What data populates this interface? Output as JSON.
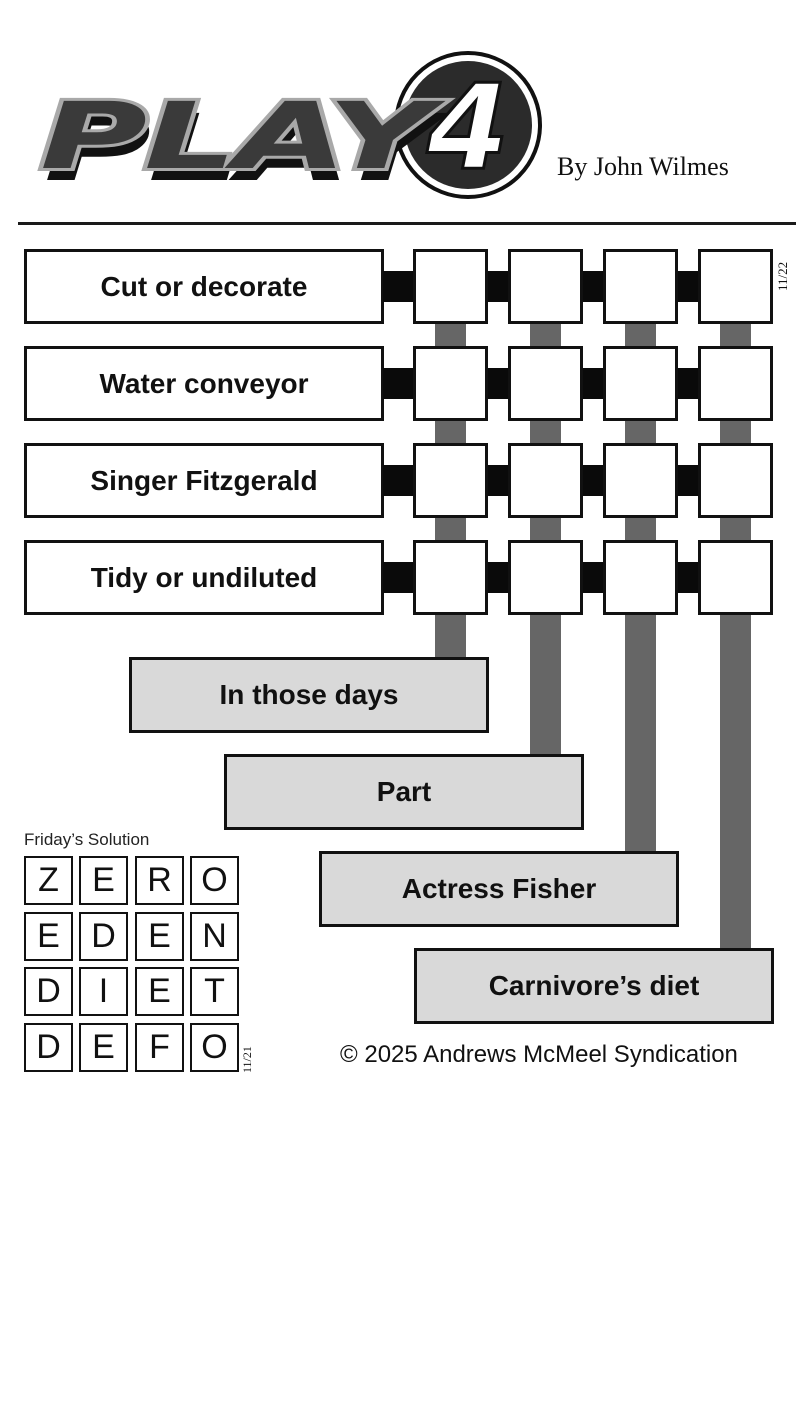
{
  "header": {
    "logo_text": "PLAY",
    "logo_number": "4",
    "byline": "By John Wilmes"
  },
  "puzzle": {
    "date": "11/22",
    "across_clues": [
      {
        "label": "Cut or decorate"
      },
      {
        "label": "Water conveyor"
      },
      {
        "label": "Singer Fitzgerald"
      },
      {
        "label": "Tidy or undiluted"
      }
    ],
    "down_clues": [
      {
        "label": "In those days"
      },
      {
        "label": "Part"
      },
      {
        "label": "Actress Fisher"
      },
      {
        "label": "Carnivore’s diet"
      }
    ],
    "grid": [
      [
        "",
        "",
        "",
        ""
      ],
      [
        "",
        "",
        "",
        ""
      ],
      [
        "",
        "",
        "",
        ""
      ],
      [
        "",
        "",
        "",
        ""
      ]
    ]
  },
  "solution": {
    "title": "Friday’s Solution",
    "date": "11/21",
    "grid": [
      [
        "Z",
        "E",
        "R",
        "O"
      ],
      [
        "E",
        "D",
        "E",
        "N"
      ],
      [
        "D",
        "I",
        "E",
        "T"
      ],
      [
        "D",
        "E",
        "F",
        "O"
      ]
    ]
  },
  "footer": {
    "copyright": "© 2025 Andrews McMeel Syndication"
  },
  "colors": {
    "down_clue_fill": "#d9d9d9",
    "down_connector": "#666666",
    "across_connector": "#0a0a0a"
  }
}
